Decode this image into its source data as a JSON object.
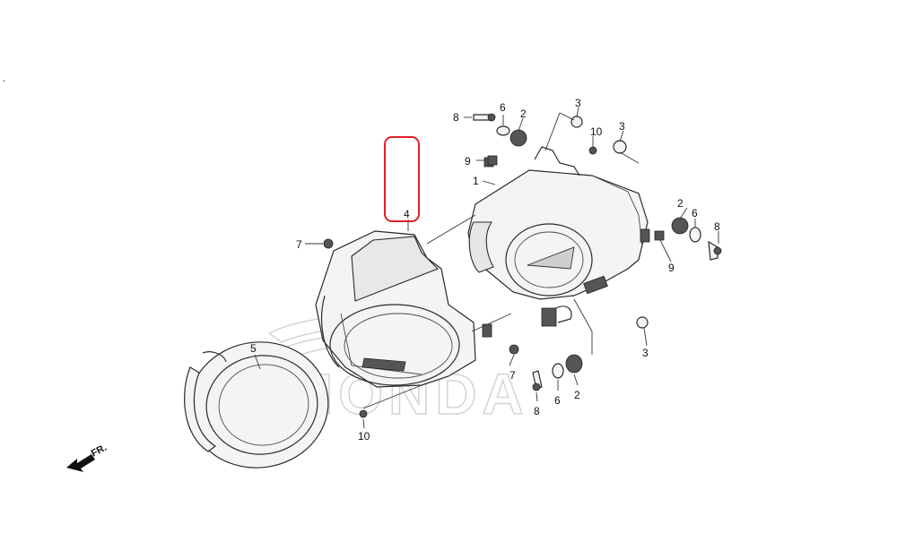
{
  "watermark": {
    "text": "HONDA"
  },
  "direction_indicator": {
    "label": "FR."
  },
  "highlight": {
    "color": "#e0202a",
    "target_part": "4"
  },
  "callouts": {
    "c1": "1",
    "c2a": "2",
    "c2b": "2",
    "c2c": "2",
    "c3a": "3",
    "c3b": "3",
    "c3c": "3",
    "c4": "4",
    "c5": "5",
    "c6a": "6",
    "c6b": "6",
    "c6c": "6",
    "c7a": "7",
    "c7b": "7",
    "c8a": "8",
    "c8b": "8",
    "c8c": "8",
    "c9a": "9",
    "c9b": "9",
    "c10a": "10",
    "c10b": "10"
  },
  "corner_mark": "."
}
